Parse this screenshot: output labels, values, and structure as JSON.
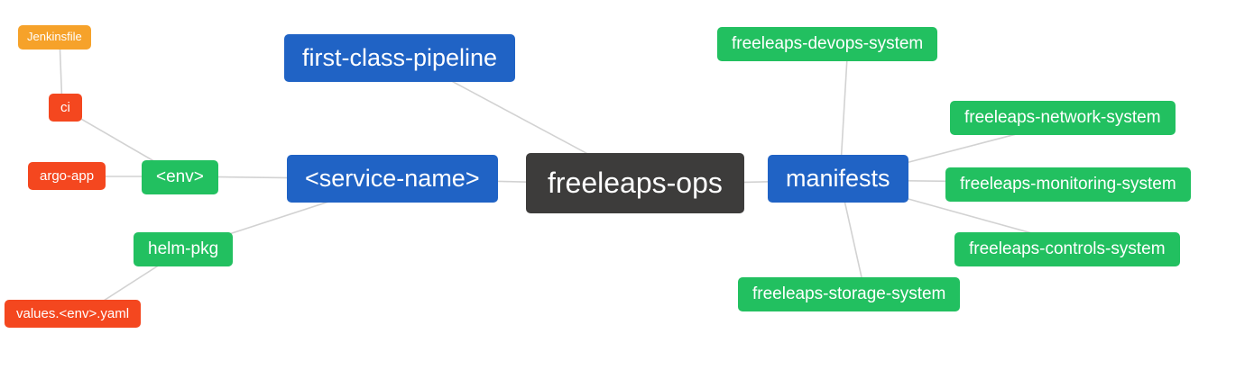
{
  "nodes": {
    "freeleaps_ops": {
      "label": "freeleaps-ops",
      "color": "#3d3c3b",
      "level": "root"
    },
    "first_class_pipeline": {
      "label": "first-class-pipeline",
      "color": "#2063c5",
      "level": "branch"
    },
    "service_name": {
      "label": "<service-name>",
      "color": "#2063c5",
      "level": "branch"
    },
    "manifests": {
      "label": "manifests",
      "color": "#2063c5",
      "level": "branch"
    },
    "env": {
      "label": "<env>",
      "color": "#22c060",
      "level": "sub"
    },
    "helm_pkg": {
      "label": "helm-pkg",
      "color": "#22c060",
      "level": "sub"
    },
    "ci": {
      "label": "ci",
      "color": "#f4471f",
      "level": "leaf"
    },
    "argo_app": {
      "label": "argo-app",
      "color": "#f4471f",
      "level": "leaf"
    },
    "values_env_yaml": {
      "label": "values.<env>.yaml",
      "color": "#f4471f",
      "level": "leaf"
    },
    "jenkinsfile": {
      "label": "Jenkinsfile",
      "color": "#f6a22a",
      "level": "leaf"
    },
    "devops_system": {
      "label": "freeleaps-devops-system",
      "color": "#22c060",
      "level": "sub"
    },
    "network_system": {
      "label": "freeleaps-network-system",
      "color": "#22c060",
      "level": "sub"
    },
    "monitoring_system": {
      "label": "freeleaps-monitoring-system",
      "color": "#22c060",
      "level": "sub"
    },
    "controls_system": {
      "label": "freeleaps-controls-system",
      "color": "#22c060",
      "level": "sub"
    },
    "storage_system": {
      "label": "freeleaps-storage-system",
      "color": "#22c060",
      "level": "sub"
    }
  },
  "edges": [
    [
      "jenkinsfile",
      "ci"
    ],
    [
      "ci",
      "env"
    ],
    [
      "argo_app",
      "env"
    ],
    [
      "env",
      "service_name"
    ],
    [
      "values_env_yaml",
      "helm_pkg"
    ],
    [
      "helm_pkg",
      "service_name"
    ],
    [
      "first_class_pipeline",
      "freeleaps_ops"
    ],
    [
      "service_name",
      "freeleaps_ops"
    ],
    [
      "freeleaps_ops",
      "manifests"
    ],
    [
      "devops_system",
      "manifests"
    ],
    [
      "network_system",
      "manifests"
    ],
    [
      "monitoring_system",
      "manifests"
    ],
    [
      "controls_system",
      "manifests"
    ],
    [
      "storage_system",
      "manifests"
    ]
  ],
  "colors": {
    "background": "#ffffff",
    "edge": "#d2d2d2",
    "node_text": "#ffffff",
    "root": "#3d3c3b",
    "blue": "#2063c5",
    "green": "#22c060",
    "red": "#f4471f",
    "orange": "#f6a22a"
  }
}
